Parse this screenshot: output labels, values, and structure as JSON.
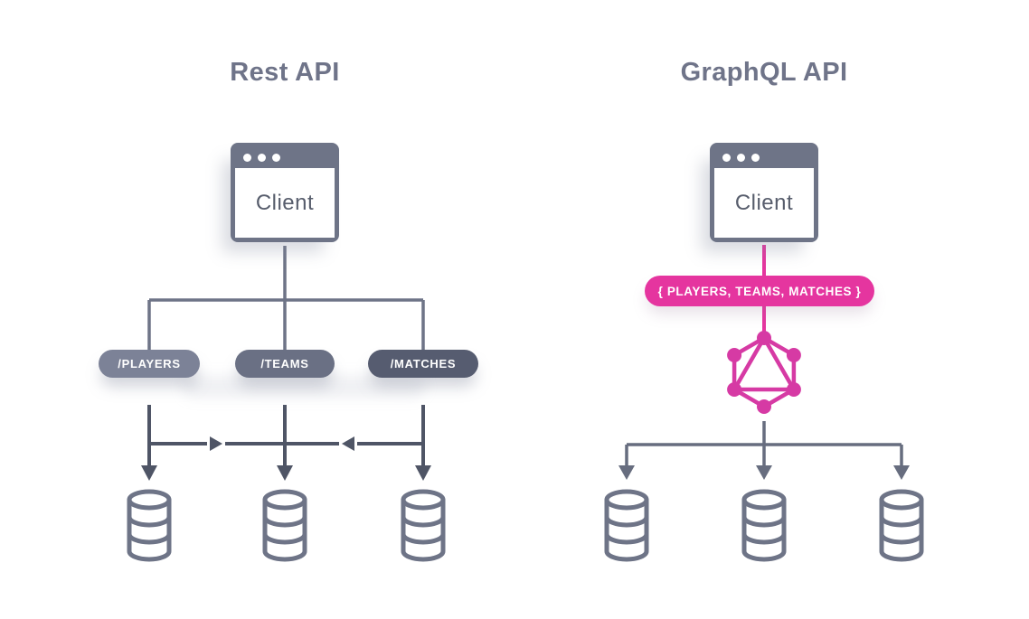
{
  "diagram": {
    "rest": {
      "title": "Rest API",
      "client_label": "Client",
      "endpoints": [
        {
          "label": "/PLAYERS",
          "color": "#7c8297"
        },
        {
          "label": "/TEAMS",
          "color": "#6a7084"
        },
        {
          "label": "/MATCHES",
          "color": "#565c70"
        }
      ],
      "database_count": 3
    },
    "graphql": {
      "title": "GraphQL API",
      "client_label": "Client",
      "query_label": "{ PLAYERS, TEAMS, MATCHES }",
      "database_count": 3
    },
    "colors": {
      "slate": "#6e7487",
      "slate_dark": "#4f5566",
      "branch_gray": "#676d7f",
      "pink_accent": "#e5359f",
      "title_text": "#6f7489",
      "client_text": "#575d6c"
    },
    "icons": {
      "client": "browser-window-icon",
      "storage": "database-icon",
      "logo": "graphql-logo-icon"
    }
  }
}
